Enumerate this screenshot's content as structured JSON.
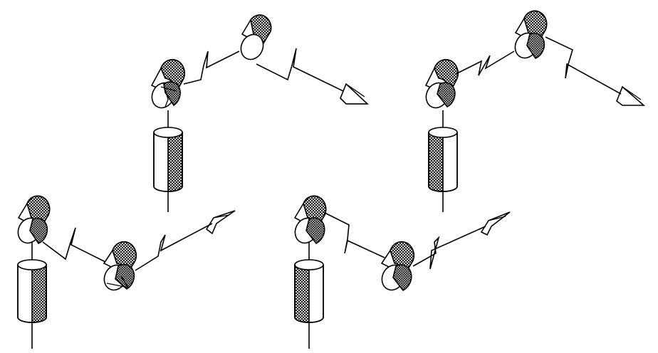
{
  "figure": {
    "description_visible_text": "",
    "panels": [
      {
        "id": "robot-arm-top-left"
      },
      {
        "id": "robot-arm-top-right"
      },
      {
        "id": "robot-arm-bottom-left"
      },
      {
        "id": "robot-arm-bottom-right"
      }
    ]
  },
  "colors": {
    "stroke": "#000000",
    "background": "#ffffff"
  },
  "icons": {
    "joint": "revolute-joint-icon",
    "base": "base-cylinder-icon",
    "gripper": "gripper-icon"
  }
}
